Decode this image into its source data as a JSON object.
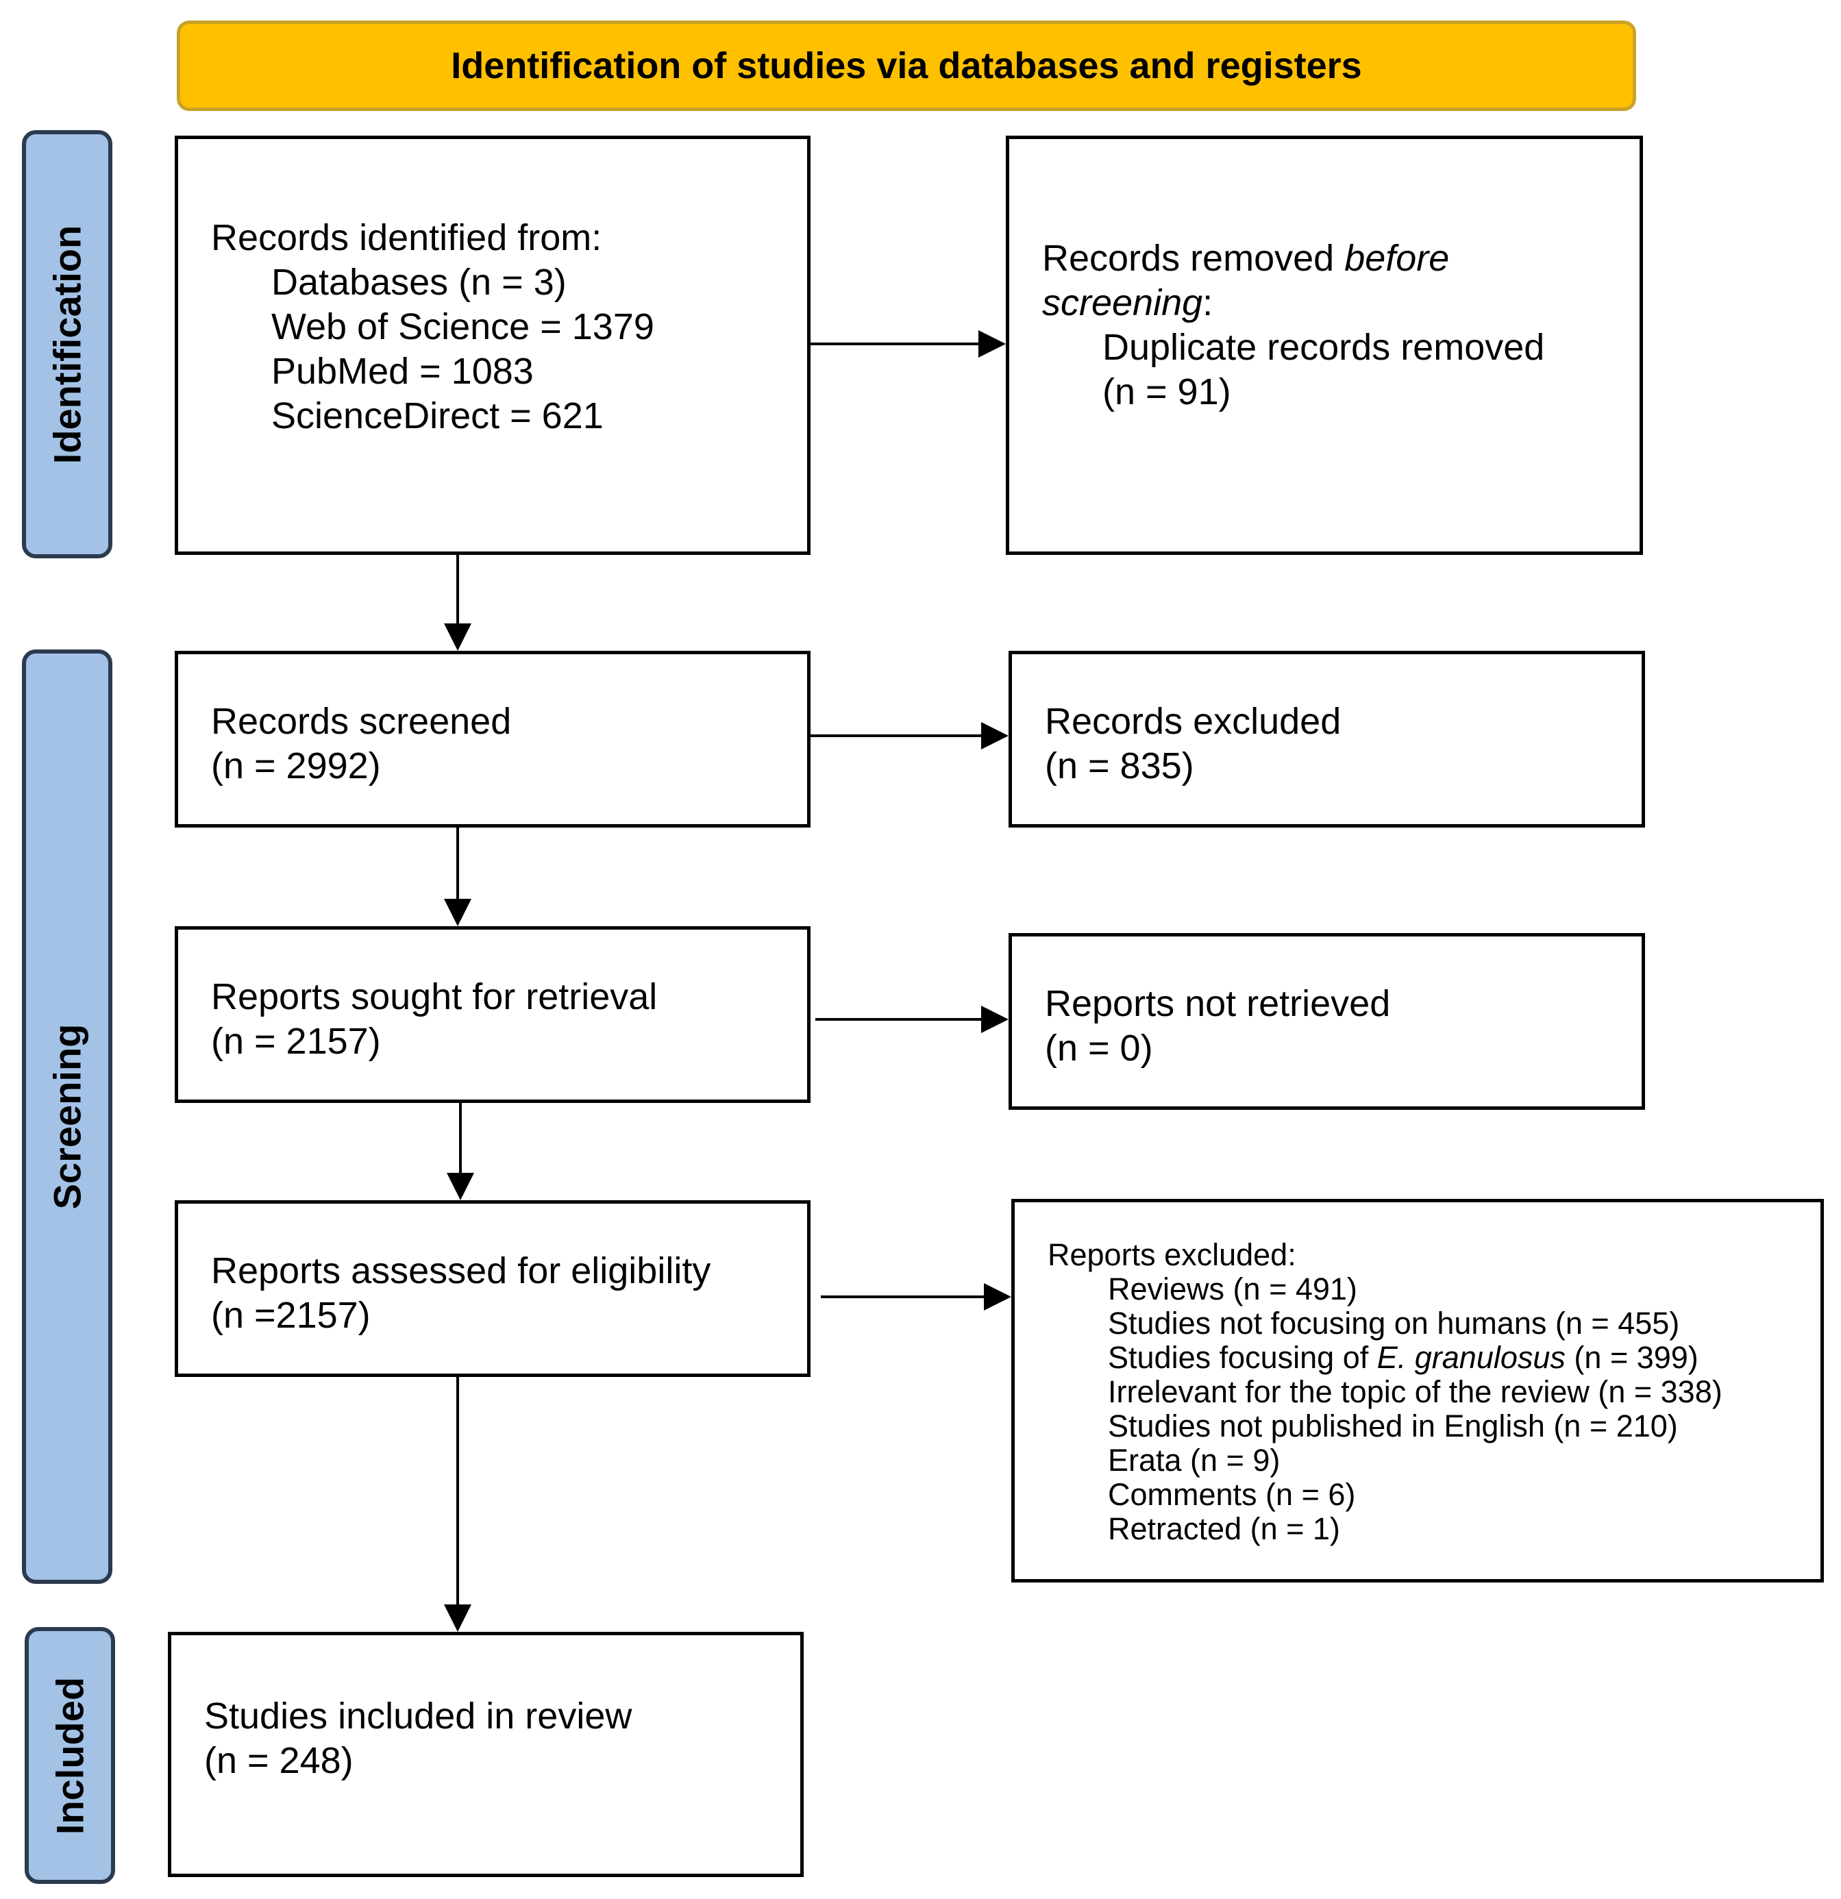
{
  "header": {
    "title": "Identification of studies via databases and registers"
  },
  "phases": {
    "identification": "Identification",
    "screening": "Screening",
    "included": "Included"
  },
  "records_identified": {
    "heading": "Records identified from:",
    "lines": [
      "Databases (n = 3)",
      "Web of Science = 1379",
      "PubMed = 1083",
      "ScienceDirect = 621"
    ]
  },
  "records_removed": {
    "heading_prefix": "Records removed ",
    "heading_italic_1": "before",
    "heading_italic_2": "screening",
    "heading_suffix": ":",
    "lines": [
      "Duplicate records removed",
      "(n = 91)"
    ]
  },
  "records_screened": {
    "label": "Records screened",
    "count": "(n = 2992)"
  },
  "records_excluded": {
    "label": "Records excluded",
    "count": "(n = 835)"
  },
  "reports_sought": {
    "label": "Reports sought for retrieval",
    "count": "(n = 2157)"
  },
  "reports_not_retrieved": {
    "label": "Reports not retrieved",
    "count": "(n = 0)"
  },
  "reports_assessed": {
    "label": "Reports assessed for eligibility",
    "count": "(n =2157)"
  },
  "reports_excluded": {
    "heading": "Reports excluded:",
    "reviews": "Reviews (n = 491)",
    "not_humans": "Studies not focusing on humans (n = 455)",
    "granulosus_prefix": "Studies focusing of ",
    "granulosus_italic": "E. granulosus",
    "granulosus_suffix": " (n = 399)",
    "irrelevant": "Irrelevant for the topic of the review (n = 338)",
    "not_english": "Studies not published in English (n = 210)",
    "erata": "Erata (n = 9)",
    "comments": "Comments (n = 6)",
    "retracted": "Retracted (n = 1)"
  },
  "studies_included": {
    "label": "Studies included in review",
    "count": "(n = 248)"
  },
  "colors": {
    "header_fill": "#FFC000",
    "phase_fill": "#A4C2E6",
    "phase_border": "#2B3A4F",
    "box_border": "#000000"
  }
}
